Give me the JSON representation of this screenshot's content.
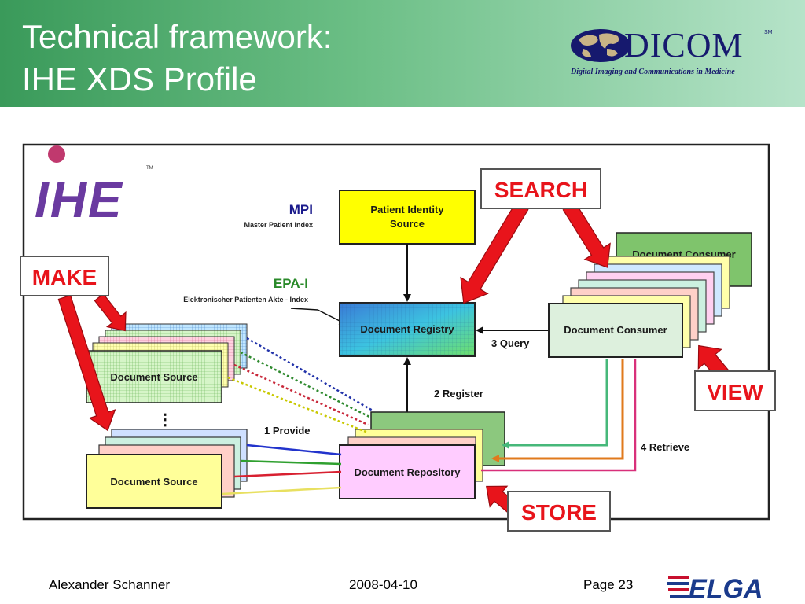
{
  "header": {
    "title_line1": "Technical framework:",
    "title_line2": "IHE XDS Profile",
    "logo": {
      "wordmark": "DICOM",
      "trademark": "SM",
      "tagline": "Digital Imaging and Communications in Medicine"
    }
  },
  "diagram": {
    "ihe_logo": {
      "text": "IHE",
      "trademark": "TM"
    },
    "mpi": {
      "acronym": "MPI",
      "expansion": "Master Patient Index"
    },
    "epa": {
      "acronym": "EPA-I",
      "expansion": "Elektronischer Patienten Akte - Index"
    },
    "actors": {
      "patient_identity_source": [
        "Patient Identity",
        "Source"
      ],
      "document_registry": "Document Registry",
      "document_repository": "Document Repository",
      "document_consumer": "Document Consumer",
      "document_source": "Document Source",
      "document_source_more": "⋮"
    },
    "transactions": {
      "provide": "1 Provide",
      "register": "2 Register",
      "query": "3 Query",
      "retrieve": "4 Retrieve"
    },
    "callouts": {
      "make": "MAKE",
      "search": "SEARCH",
      "view": "VIEW",
      "store": "STORE"
    },
    "colors": {
      "arrow_red": "#e8141b",
      "registry_fill": "#1fb0d8",
      "pix_fill": "#ffff00",
      "repository_fill": "#ffccff",
      "consumer_fill": "#ddf0dd",
      "source_fill": "#ffff99",
      "back_green": "#8cc87e",
      "callout_text": "#e8141b"
    }
  },
  "footer": {
    "author": "Alexander Schanner",
    "date": "2008-04-10",
    "page": "Page 23",
    "logo_text": "ELGA"
  }
}
